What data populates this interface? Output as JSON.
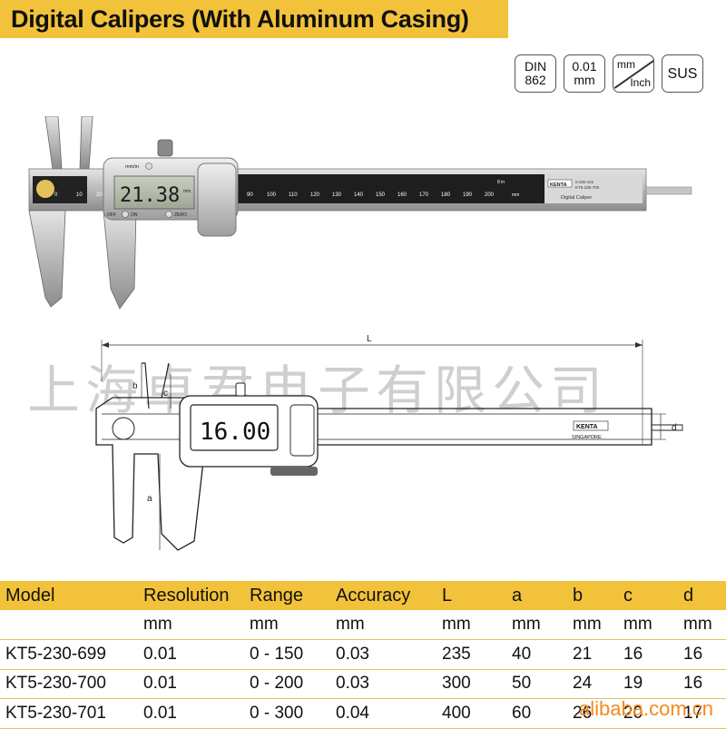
{
  "title": "Digital Calipers (With Aluminum Casing)",
  "badges": [
    {
      "line1": "DIN",
      "line2": "862"
    },
    {
      "line1": "0.01",
      "line2": "mm"
    },
    {
      "top": "mm",
      "bottom": "Inch"
    },
    {
      "label": "SUS"
    }
  ],
  "photo": {
    "display_reading": "21.38",
    "display_unit": "mm",
    "button_mm_in": "mm/in",
    "button_off": "OFF",
    "button_on": "ON",
    "button_zero": "ZERO",
    "scale_numbers": [
      "0",
      "10",
      "20",
      "90",
      "100",
      "110",
      "120",
      "130",
      "140",
      "150",
      "160",
      "170",
      "180",
      "190",
      "200"
    ],
    "scale_unit": "mm",
    "inch_label": "8 in",
    "brand": "KENTA",
    "range_text": "0-200 mm",
    "model_text": "KT5-230-700",
    "product_text": "Digital Caliper"
  },
  "drawing": {
    "display_reading": "16.00",
    "dim_L": "L",
    "dim_a": "a",
    "dim_b": "b",
    "dim_c": "c",
    "dim_d": "d",
    "brand": "KENTA",
    "origin": "SINGAPORE"
  },
  "watermark": "上海卓君电子有限公司",
  "table": {
    "headers": [
      "Model",
      "Resolution",
      "Range",
      "Accuracy",
      "L",
      "a",
      "b",
      "c",
      "d"
    ],
    "units": [
      "",
      "mm",
      "mm",
      "mm",
      "mm",
      "mm",
      "mm",
      "mm",
      "mm"
    ],
    "rows": [
      [
        "KT5-230-699",
        "0.01",
        "0 - 150",
        "0.03",
        "235",
        "40",
        "21",
        "16",
        "16"
      ],
      [
        "KT5-230-700",
        "0.01",
        "0 - 200",
        "0.03",
        "300",
        "50",
        "24",
        "19",
        "16"
      ],
      [
        "KT5-230-701",
        "0.01",
        "0 - 300",
        "0.04",
        "400",
        "60",
        "26",
        "20",
        "17"
      ]
    ]
  },
  "footer_watermark": "alibaba.com.cn",
  "colors": {
    "accent": "#f2c23a",
    "watermark": "#cfcfcf",
    "footer": "#f28a1e"
  }
}
